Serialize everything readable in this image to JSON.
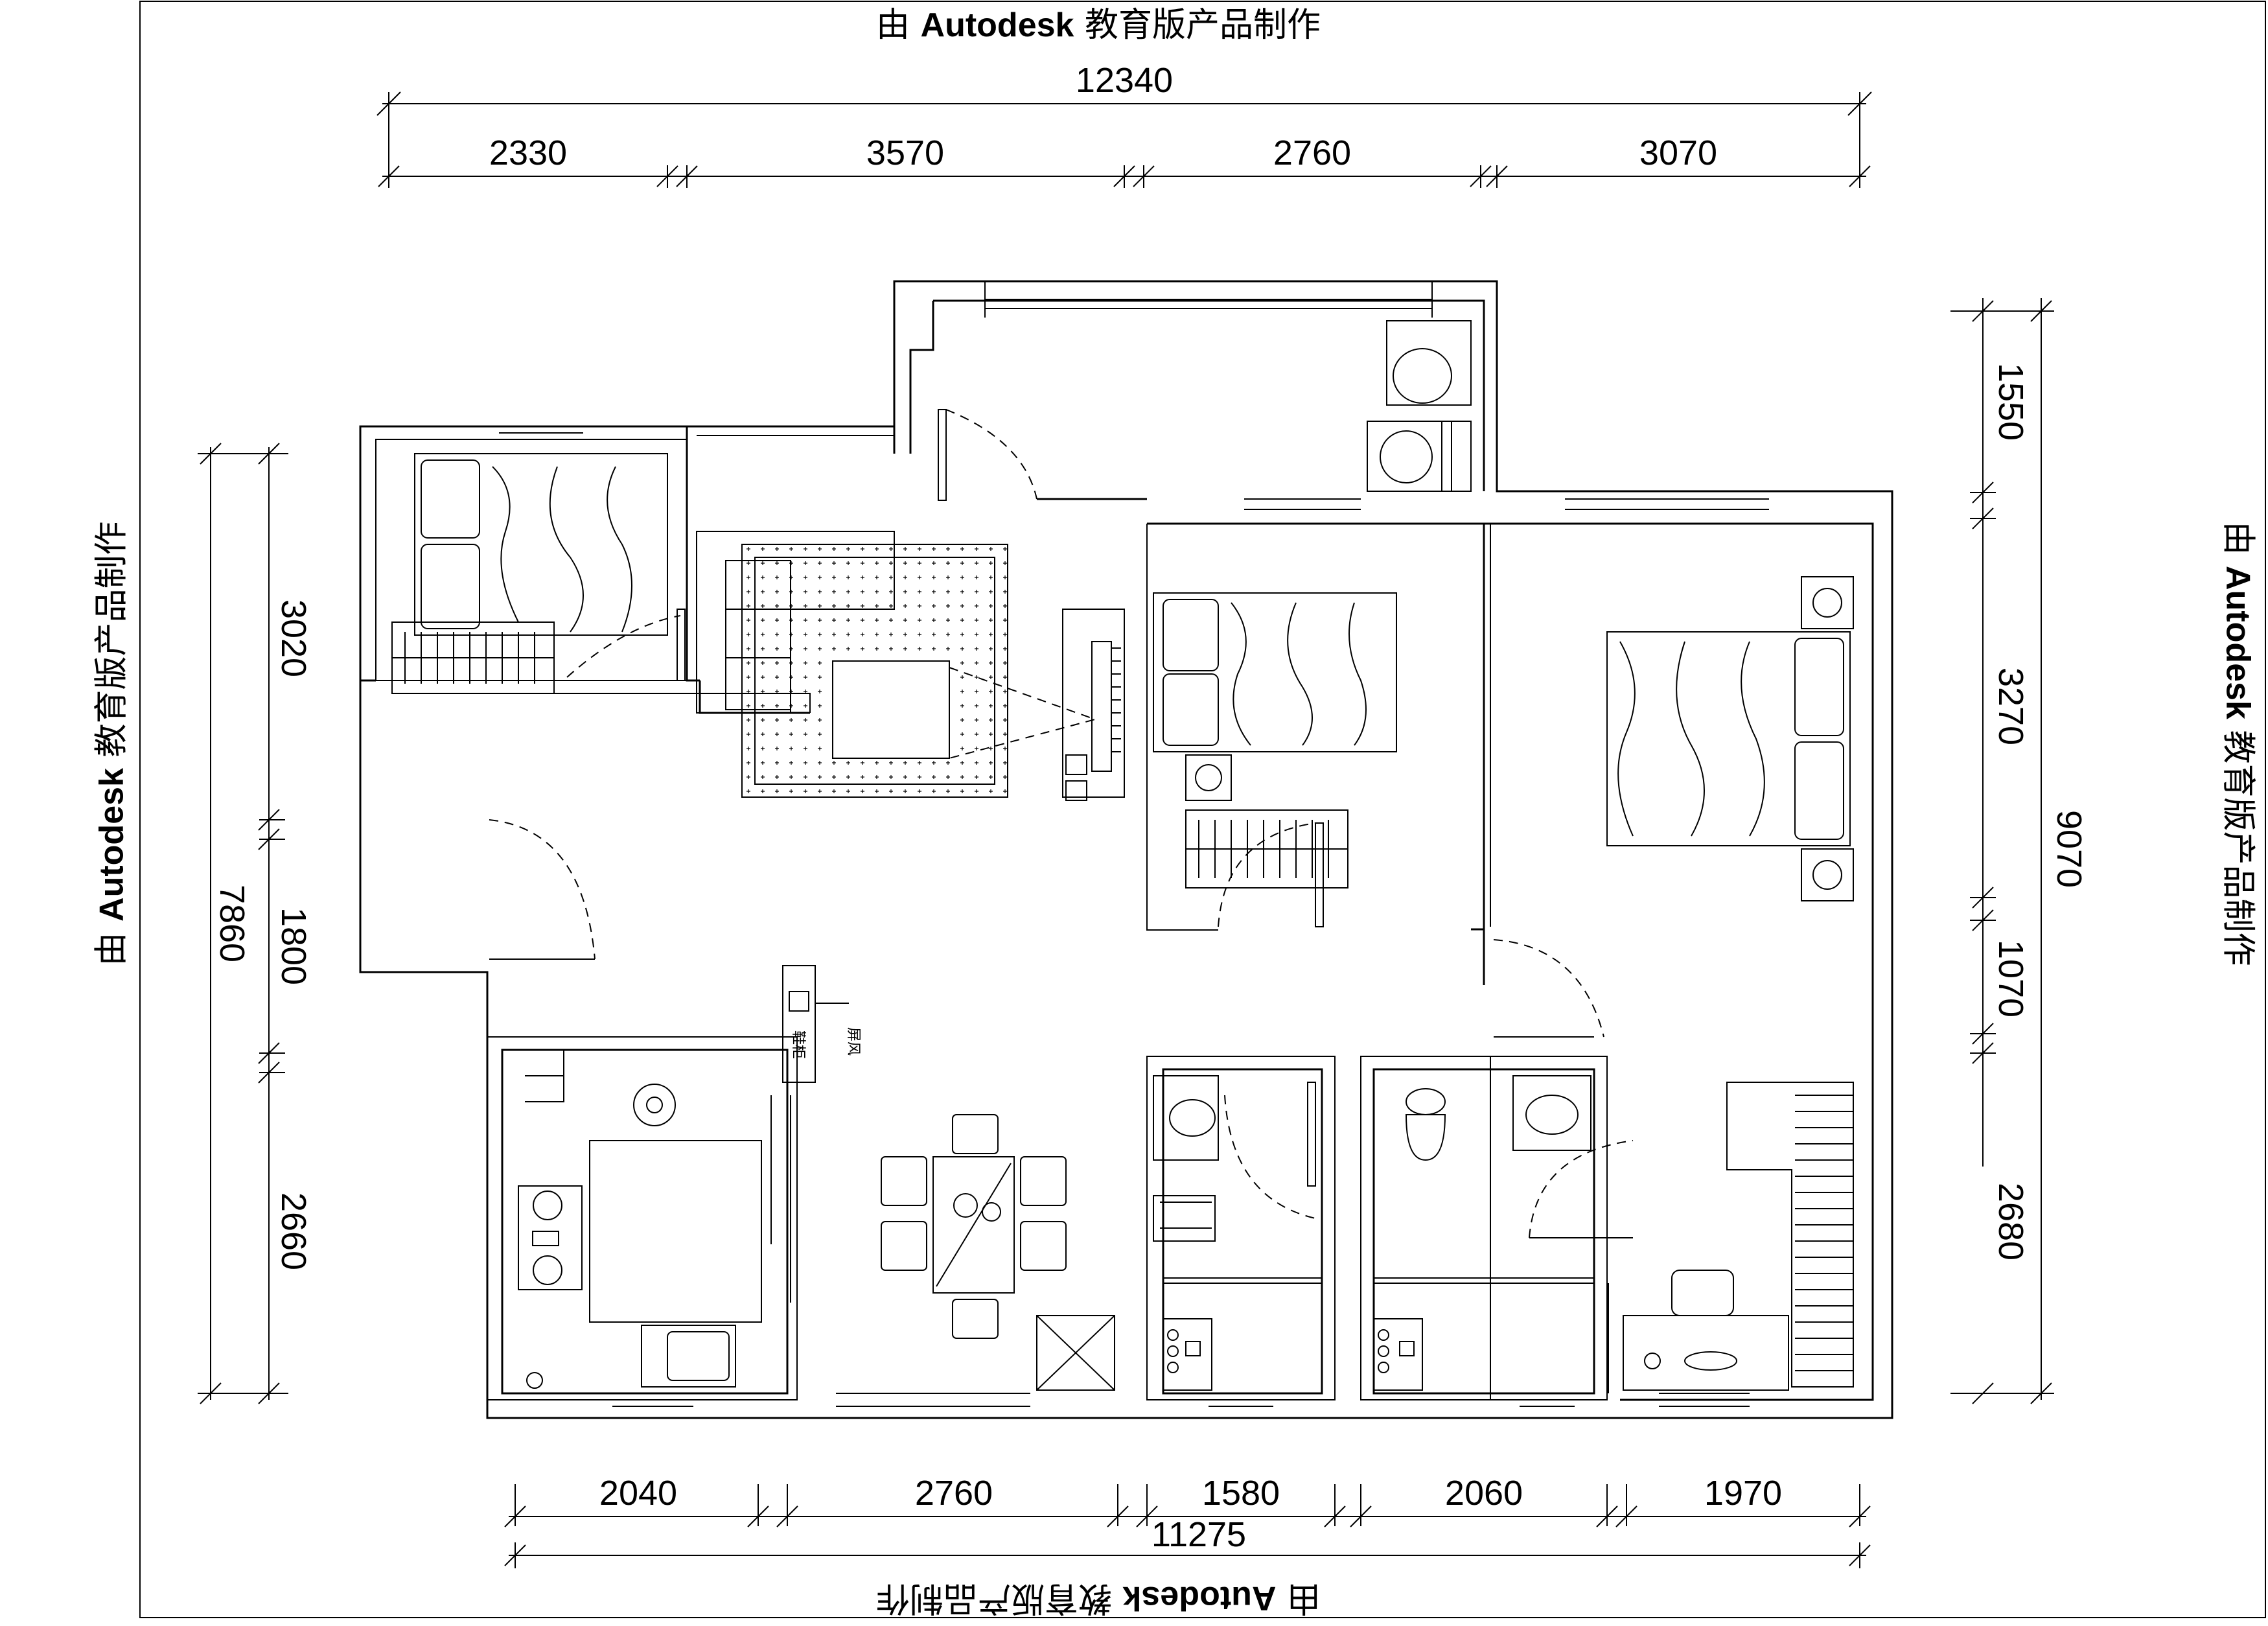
{
  "watermark": {
    "prefix": "由 ",
    "brand": "Autodesk",
    "suffix": " 教育版产品制作"
  },
  "dimensions": {
    "top_total": "12340",
    "top_segments": [
      "2330",
      "3570",
      "2760",
      "3070"
    ],
    "bottom_total": "11275",
    "bottom_segments": [
      "2040",
      "2760",
      "1580",
      "2060",
      "1970"
    ],
    "left_total": "7860",
    "left_segments": [
      "3020",
      "1800",
      "2660"
    ],
    "right_total": "9070",
    "right_segments": [
      "1550",
      "3270",
      "1070",
      "2680"
    ]
  },
  "labels": {
    "shoe_cabinet": "鞋柜",
    "screen": "屏风"
  }
}
